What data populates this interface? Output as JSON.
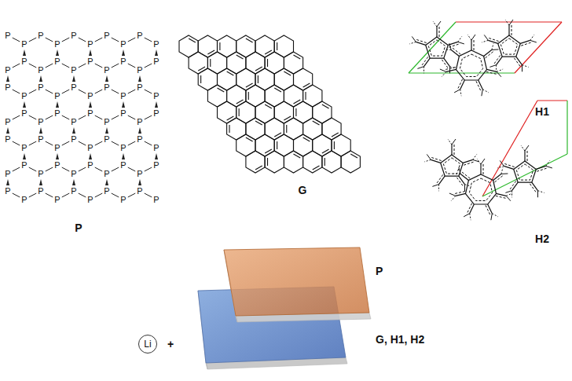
{
  "diagram": {
    "nodes": [
      {
        "text": [
          "Li"
        ]
      }
    ],
    "labels": [
      "P",
      "P",
      "P",
      "P",
      "P",
      "P",
      "P",
      "P",
      "P",
      "P",
      "P",
      "P",
      "P",
      "P",
      "P",
      "P",
      "P",
      "P",
      "P",
      "P",
      "P",
      "P",
      "P",
      "P",
      "P",
      "P",
      "P",
      "P",
      "P",
      "P",
      "P",
      "P",
      "P",
      "P",
      "P",
      "P",
      "P",
      "P",
      "P",
      "P",
      "P",
      "P",
      "P",
      "P",
      "P",
      "P",
      "P",
      "P",
      "P",
      "P",
      "P",
      "P",
      "P",
      "P",
      "P",
      "P",
      "P",
      "P",
      "P",
      "P",
      "P",
      "P",
      "P",
      "P",
      "P",
      "P",
      "P",
      "P",
      "P",
      "P",
      "P",
      "G",
      "H1",
      "H2",
      "+",
      "P",
      "G, H1, H2"
    ]
  }
}
